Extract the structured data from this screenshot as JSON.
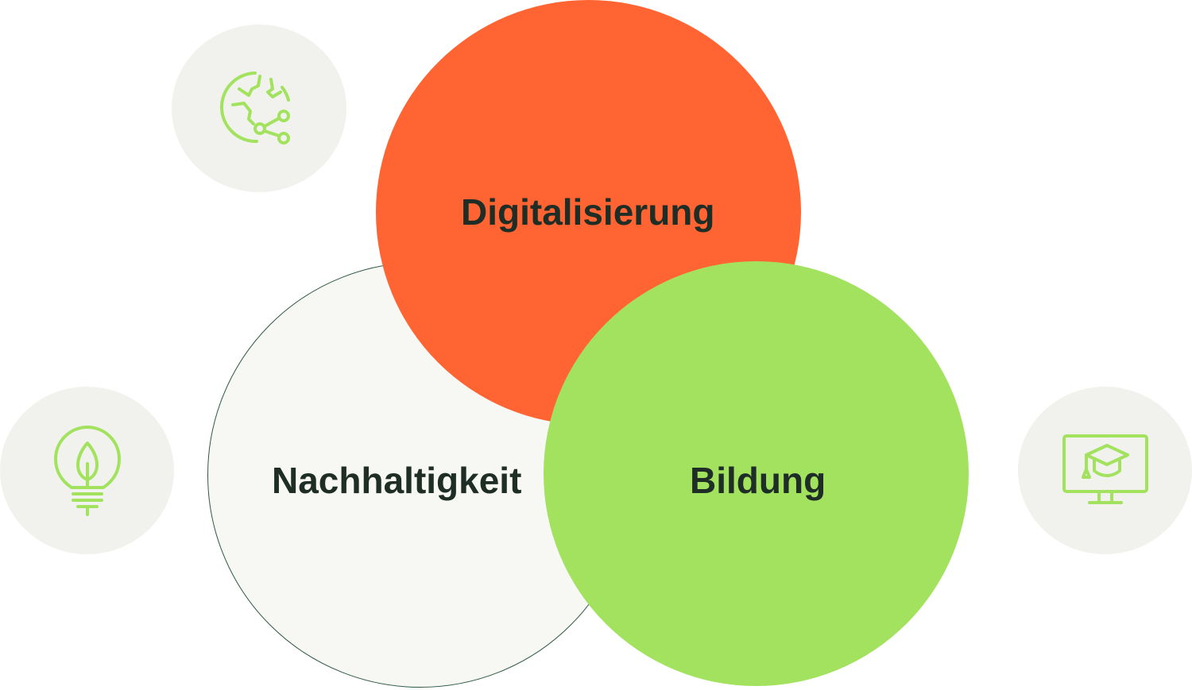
{
  "diagram": {
    "circles": {
      "digitalisierung": {
        "label": "Digitalisierung",
        "color": "#ff6432"
      },
      "nachhaltigkeit": {
        "label": "Nachhaltigkeit",
        "color": "#f7f7f4",
        "border_color": "#2e5a45"
      },
      "bildung": {
        "label": "Bildung",
        "color": "#a2e25f"
      }
    },
    "icons": [
      {
        "name": "globe-network-icon",
        "color": "#a2e25f"
      },
      {
        "name": "lightbulb-leaf-icon",
        "color": "#a2e25f"
      },
      {
        "name": "monitor-graduation-cap-icon",
        "color": "#a2e25f"
      }
    ],
    "badge_color": "#f1f2ee",
    "text_color": "#1f2d27"
  }
}
